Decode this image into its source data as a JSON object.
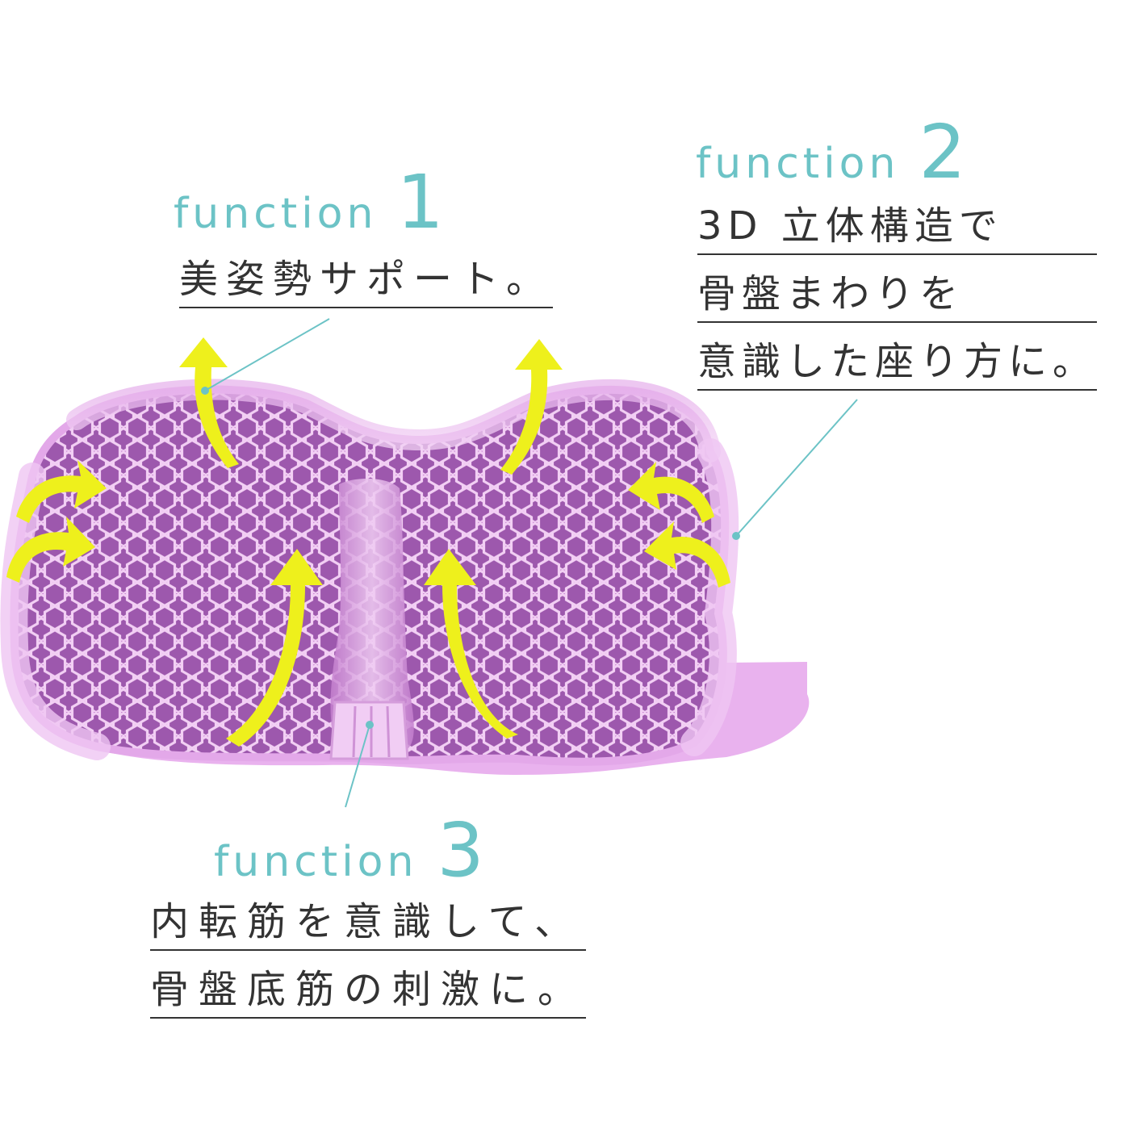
{
  "functions": [
    {
      "word": "function",
      "number": "1",
      "lines": [
        "美姿勢サポート。"
      ]
    },
    {
      "word": "function",
      "number": "2",
      "lines": [
        "3D 立体構造で",
        "骨盤まわりを",
        "意識した座り方に。"
      ]
    },
    {
      "word": "function",
      "number": "3",
      "lines": [
        "内転筋を意識して、",
        "骨盤底筋の刺激に。"
      ]
    }
  ],
  "colors": {
    "heading": "#6cc3c6",
    "text": "#333333",
    "leader": "#6cc3c6",
    "cushion": "#d08ad6",
    "cushion_dark": "#b267c2",
    "cushion_light": "#ecc3ef",
    "arrow": "#eef01c"
  },
  "icons": {
    "arrow": "curved-yellow-arrow-icon",
    "cushion": "honeycomb-gel-seat-cushion"
  }
}
